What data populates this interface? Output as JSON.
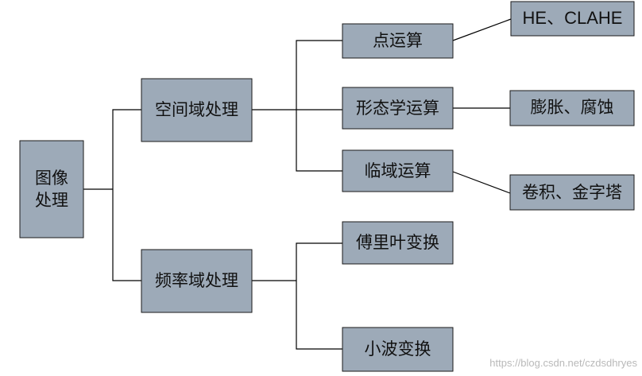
{
  "nodes": {
    "root": {
      "lines": [
        "图像",
        "处理"
      ]
    },
    "spatial": {
      "label": "空间域处理"
    },
    "frequency": {
      "label": "频率域处理"
    },
    "point_op": {
      "label": "点运算"
    },
    "morph_op": {
      "label": "形态学运算"
    },
    "neighbor_op": {
      "label": "临域运算"
    },
    "fourier": {
      "label": "傅里叶变换"
    },
    "wavelet": {
      "label": "小波变换"
    },
    "he_clahe": {
      "label": "HE、CLAHE"
    },
    "dilate_erode": {
      "label": "膨胀、腐蚀"
    },
    "conv_pyramid": {
      "label": "卷积、金字塔"
    }
  },
  "watermark": "https://blog.csdn.net/czdsdhryes",
  "colors": {
    "box_fill": "#9daab8",
    "box_border": "#1a1a1a",
    "line": "#000000",
    "watermark": "#b9b9b9"
  }
}
